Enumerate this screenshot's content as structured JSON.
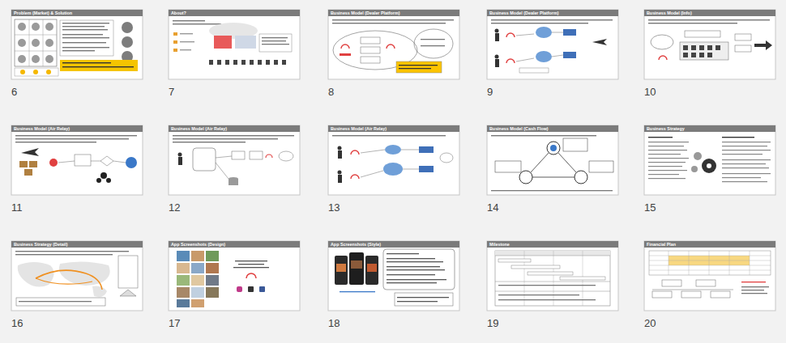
{
  "diagram": {
    "nodes": [
      {
        "text": [
          "Problem (Market) & Solution",
          "6"
        ]
      },
      {
        "text": [
          "About?",
          "7"
        ]
      },
      {
        "text": [
          "Business Model (Dealer Platform)",
          "8"
        ]
      },
      {
        "text": [
          "Business Model (Dealer Platform)",
          "9"
        ]
      },
      {
        "text": [
          "Business Model (Info)",
          "10"
        ]
      },
      {
        "text": [
          "Business Model (Air Relay)",
          "11"
        ]
      },
      {
        "text": [
          "Business Model (Air Relay)",
          "12"
        ]
      },
      {
        "text": [
          "Business Model (Air Relay)",
          "13"
        ]
      },
      {
        "text": [
          "Business Model (Cash Flow)",
          "14"
        ]
      },
      {
        "text": [
          "Business Strategy",
          "15"
        ]
      },
      {
        "text": [
          "Business Strategy (Detail)",
          "16"
        ]
      },
      {
        "text": [
          "App Screenshots (Design)",
          "17"
        ]
      },
      {
        "text": [
          "App Screenshots (Style)",
          "18"
        ]
      },
      {
        "text": [
          "Milestone",
          "19"
        ]
      },
      {
        "text": [
          "Financial Plan",
          "20"
        ]
      }
    ]
  }
}
